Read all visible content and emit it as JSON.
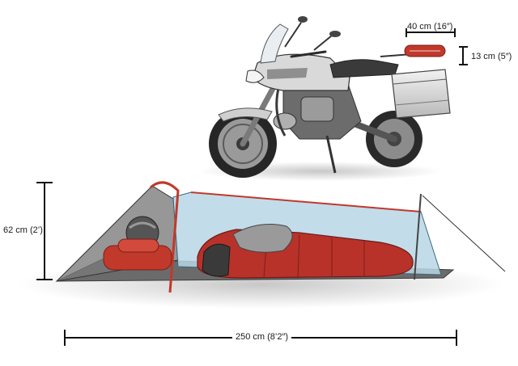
{
  "dimensions": {
    "pack_width": "40 cm (16″)",
    "pack_height": "13 cm (5″)",
    "tent_height": "62 cm (2’)",
    "tent_length": "250 cm (8’2″)"
  },
  "colors": {
    "sleeping_bag": "#b8322a",
    "mesh": "#b9d6e6",
    "tent_floor": "#6b6b6b",
    "pole": "#c0392b",
    "motorcycle": "#d8d8d8",
    "dimension_line": "#111111"
  }
}
